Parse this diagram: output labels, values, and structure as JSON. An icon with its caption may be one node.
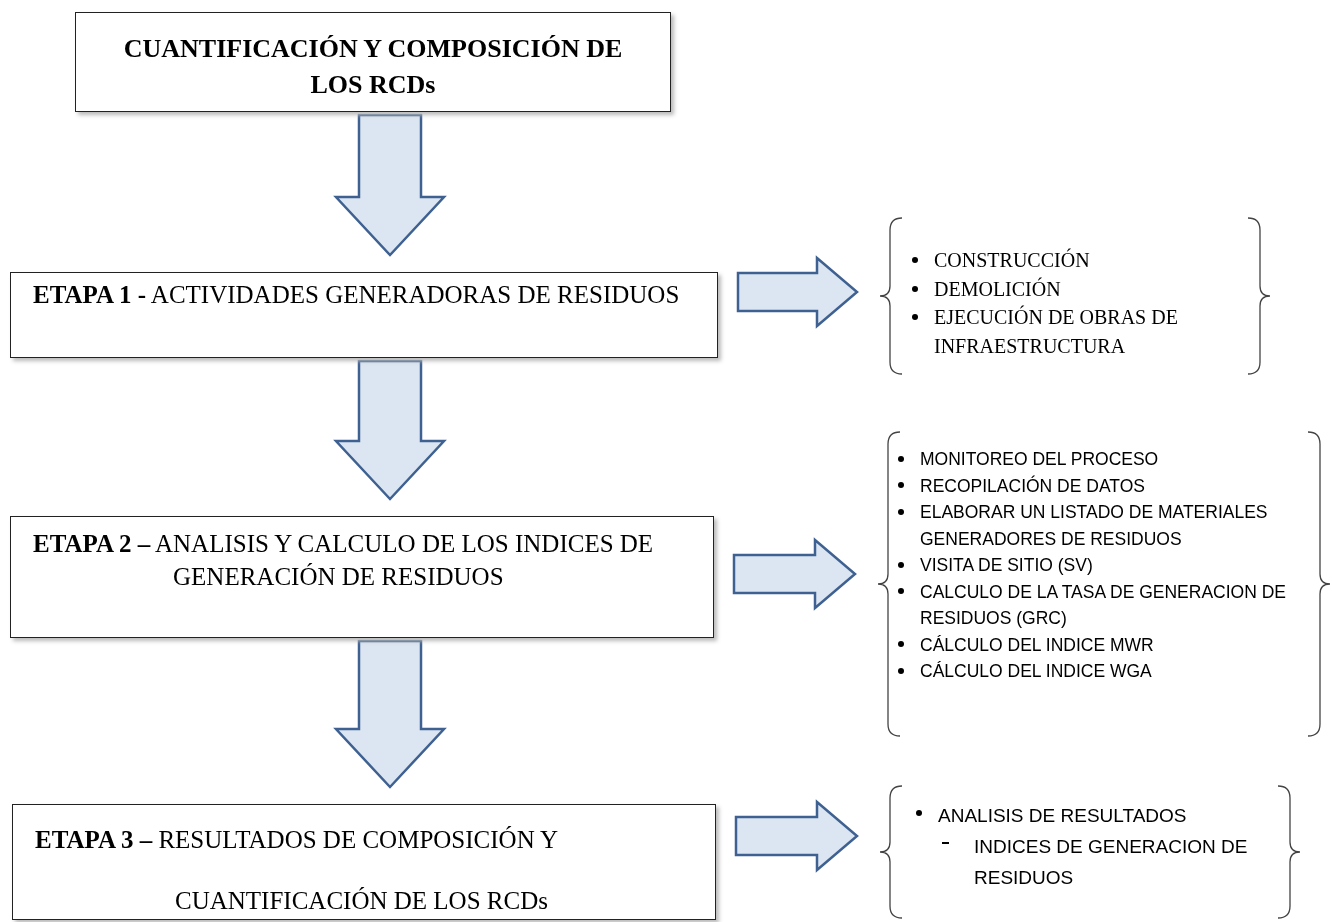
{
  "diagram": {
    "nodes": [
      {
        "text": [
          "CUANTIFICACIÓN Y COMPOSICIÓN DE LOS RCDs"
        ]
      },
      {
        "text": [
          "**ETAPA 1 -** ACTIVIDADES GENERADORAS DE RESIDUOS"
        ]
      },
      {
        "text": [
          "CONSTRUCCIÓN",
          "DEMOLICIÓN",
          "EJECUCIÓN DE OBRAS DE INFRAESTRUCTURA"
        ]
      },
      {
        "text": [
          "**ETAPA 2 –** ANALISIS Y CALCULO DE LOS INDICES DE GENERACIÓN DE RESIDUOS"
        ]
      },
      {
        "text": [
          "MONITOREO DEL PROCESO",
          "RECOPILACIÓN DE DATOS",
          "ELABORAR UN LISTADO DE MATERIALES GENERADORES DE RESIDUOS",
          "VISITA DE SITIO (SV)",
          "CALCULO DE LA TASA DE GENERACION DE RESIDUOS (GRC)",
          "CÁLCULO DEL INDICE MWR",
          "CÁLCULO DEL INDICE WGA"
        ]
      },
      {
        "text": [
          "**ETAPA 3 –** RESULTADOS DE COMPOSICIÓN Y CUANTIFICACIÓN DE LOS RCDs"
        ]
      },
      {
        "text": [
          "ANALISIS DE RESULTADOS",
          "INDICES DE GENERACION DE RESIDUOS"
        ]
      }
    ],
    "edges": [
      {
        "from": 0,
        "to": 1,
        "arrow": "to"
      },
      {
        "from": 1,
        "to": 2,
        "arrow": "to"
      },
      {
        "from": 1,
        "to": 3,
        "arrow": "to"
      },
      {
        "from": 3,
        "to": 4,
        "arrow": "to"
      },
      {
        "from": 3,
        "to": 5,
        "arrow": "to"
      },
      {
        "from": 5,
        "to": 6,
        "arrow": "to"
      }
    ]
  }
}
